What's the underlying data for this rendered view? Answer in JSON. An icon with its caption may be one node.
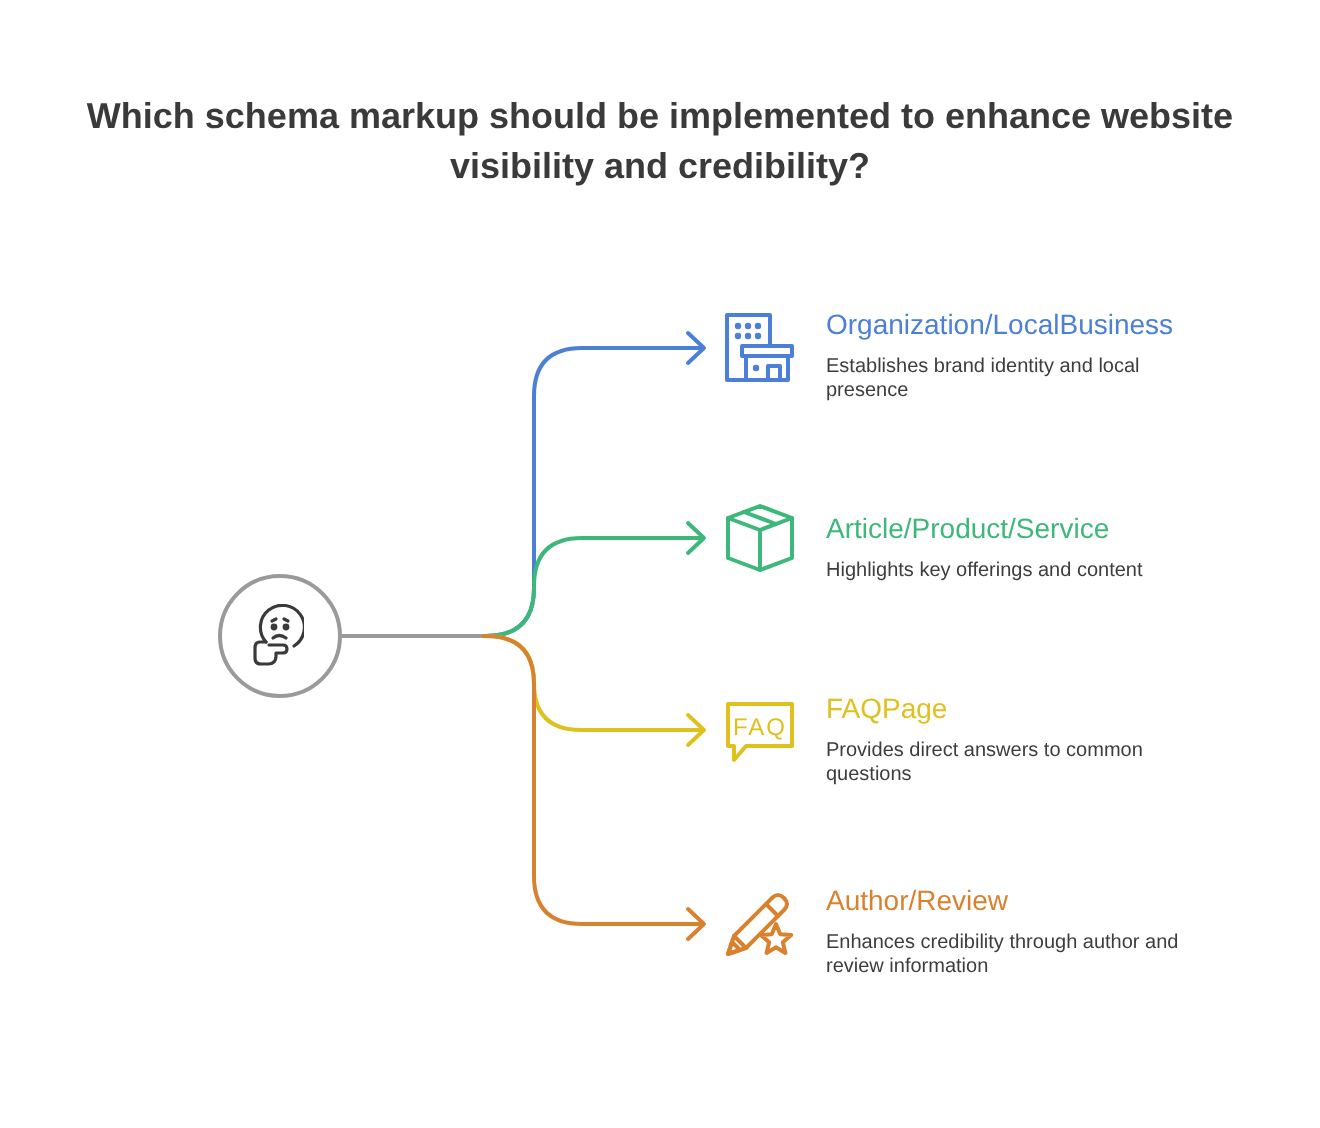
{
  "diagram": {
    "title": "Which schema markup should be implemented to enhance website visibility and credibility?",
    "nodes": [
      {
        "text": [],
        "shape": "circle"
      },
      {
        "text": [
          "Organization/LocalBusiness",
          "Establishes brand identity and local presence"
        ]
      },
      {
        "text": [
          "Article/Product/Service",
          "Highlights key offerings and content"
        ]
      },
      {
        "text": [
          "FAQPage",
          "Provides direct answers to common questions"
        ]
      },
      {
        "text": [
          "Author/Review",
          "Enhances credibility through author and review information"
        ]
      }
    ],
    "edges": [
      {
        "from": 0,
        "to": 1,
        "arrow": "to",
        "color": "#4b7fd8"
      },
      {
        "from": 0,
        "to": 2,
        "arrow": "to",
        "color": "#3db77a"
      },
      {
        "from": 0,
        "to": 3,
        "arrow": "to",
        "color": "#dfc11d"
      },
      {
        "from": 0,
        "to": 4,
        "arrow": "to",
        "color": "#d8822f"
      }
    ],
    "labels": [
      "FAQ"
    ]
  }
}
